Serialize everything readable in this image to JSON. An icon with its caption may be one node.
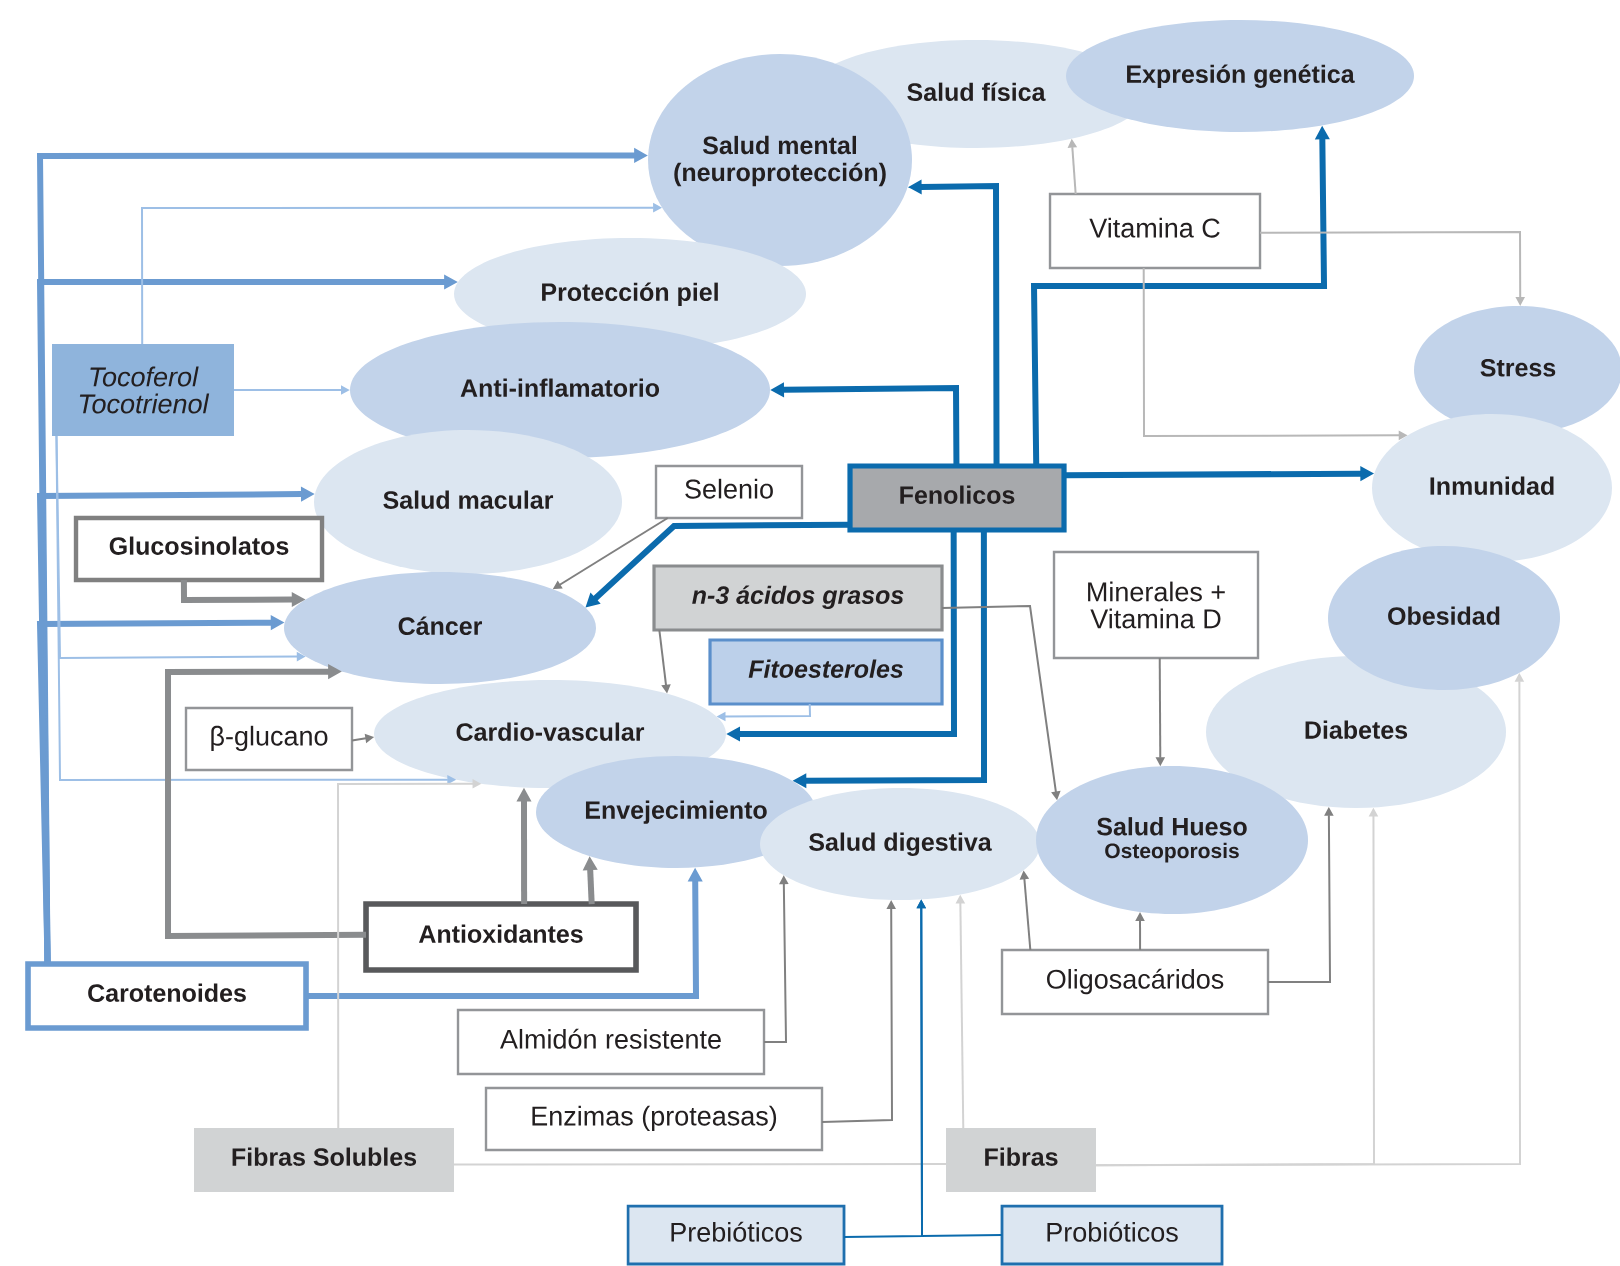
{
  "diagram": {
    "nodes": [
      {
        "text": [
          "Salud física"
        ]
      },
      {
        "text": [
          "Expresión genética"
        ]
      },
      {
        "text": [
          "Salud mental (neuroprotección)"
        ]
      },
      {
        "text": [
          "Protección piel"
        ]
      },
      {
        "text": [
          "Anti-inflamatorio"
        ]
      },
      {
        "text": [
          "Salud macular"
        ]
      },
      {
        "text": [
          "Cáncer"
        ]
      },
      {
        "text": [
          "Cardio-vascular"
        ]
      },
      {
        "text": [
          "Envejecimiento"
        ]
      },
      {
        "text": [
          "Salud digestiva"
        ]
      },
      {
        "text": [
          "Salud Hueso",
          "Osteoporosis"
        ]
      },
      {
        "text": [
          "Diabetes"
        ]
      },
      {
        "text": [
          "Obesidad"
        ]
      },
      {
        "text": [
          "Stress"
        ]
      },
      {
        "text": [
          "Inmunidad"
        ]
      },
      {
        "text": [
          "Vitamina C"
        ]
      },
      {
        "text": [
          "Fenolicos"
        ]
      },
      {
        "text": [
          "Selenio"
        ]
      },
      {
        "text": [
          "Tocoferol Tocotrienol"
        ]
      },
      {
        "text": [
          "Glucosinolatos"
        ]
      },
      {
        "text": [
          "n-3 ácidos grasos"
        ]
      },
      {
        "text": [
          "Fitoesteroles"
        ]
      },
      {
        "text": [
          "Minerales + Vitamina D"
        ]
      },
      {
        "text": [
          "β-glucano"
        ]
      },
      {
        "text": [
          "Antioxidantes"
        ]
      },
      {
        "text": [
          "Carotenoides"
        ]
      },
      {
        "text": [
          "Almidón resistente"
        ]
      },
      {
        "text": [
          "Enzimas (proteasas)"
        ]
      },
      {
        "text": [
          "Oligosacáridos"
        ]
      },
      {
        "text": [
          "Fibras Solubles"
        ]
      },
      {
        "text": [
          "Fibras"
        ]
      },
      {
        "text": [
          "Prebióticos"
        ]
      },
      {
        "text": [
          "Probióticos"
        ]
      }
    ],
    "edges": [
      {
        "from": 25,
        "to": 2,
        "arrow": "to",
        "style": "thick",
        "color": "#6b9bd1"
      },
      {
        "from": 25,
        "to": 3,
        "arrow": "to",
        "style": "thick",
        "color": "#6b9bd1"
      },
      {
        "from": 25,
        "to": 5,
        "arrow": "to",
        "style": "thick",
        "color": "#6b9bd1"
      },
      {
        "from": 25,
        "to": 6,
        "arrow": "to",
        "style": "thick",
        "color": "#6b9bd1"
      },
      {
        "from": 25,
        "to": 8,
        "arrow": "to",
        "style": "thick",
        "color": "#6b9bd1"
      },
      {
        "from": 18,
        "to": 2,
        "arrow": "to",
        "color": "#9dbfe6"
      },
      {
        "from": 18,
        "to": 4,
        "arrow": "to",
        "color": "#9dbfe6"
      },
      {
        "from": 18,
        "to": 6,
        "arrow": "to",
        "color": "#9dbfe6"
      },
      {
        "from": 18,
        "to": 7,
        "arrow": "to",
        "color": "#9dbfe6"
      },
      {
        "from": 19,
        "to": 6,
        "arrow": "to",
        "style": "thick",
        "color": "#8a8c8e"
      },
      {
        "from": 17,
        "to": 6,
        "arrow": "to"
      },
      {
        "from": 16,
        "to": 2,
        "arrow": "to",
        "style": "thick",
        "color": "#0b6bad"
      },
      {
        "from": 16,
        "to": 1,
        "arrow": "to",
        "style": "thick",
        "color": "#0b6bad"
      },
      {
        "from": 16,
        "to": 4,
        "arrow": "to",
        "style": "thick",
        "color": "#0b6bad"
      },
      {
        "from": 16,
        "to": 14,
        "arrow": "to",
        "style": "thick",
        "color": "#0b6bad"
      },
      {
        "from": 16,
        "to": 6,
        "arrow": "to",
        "style": "thick",
        "color": "#0b6bad"
      },
      {
        "from": 16,
        "to": 7,
        "arrow": "to",
        "style": "thick",
        "color": "#0b6bad"
      },
      {
        "from": 16,
        "to": 8,
        "arrow": "to",
        "style": "thick",
        "color": "#0b6bad"
      },
      {
        "from": 21,
        "to": 7,
        "arrow": "to",
        "color": "#9dbfe6"
      },
      {
        "from": 20,
        "to": 7,
        "arrow": "to"
      },
      {
        "from": 20,
        "to": 10,
        "arrow": "to"
      },
      {
        "from": 15,
        "to": 0,
        "arrow": "to",
        "color": "#b8b8b8"
      },
      {
        "from": 15,
        "to": 13,
        "arrow": "to",
        "color": "#b8b8b8"
      },
      {
        "from": 15,
        "to": 14,
        "arrow": "to",
        "color": "#b8b8b8"
      },
      {
        "from": 22,
        "to": 10,
        "arrow": "to"
      },
      {
        "from": 23,
        "to": 7,
        "arrow": "to"
      },
      {
        "from": 24,
        "to": 6,
        "arrow": "to",
        "style": "thick",
        "color": "#8a8c8e"
      },
      {
        "from": 24,
        "to": 7,
        "arrow": "to",
        "style": "thick",
        "color": "#8a8c8e"
      },
      {
        "from": 24,
        "to": 8,
        "arrow": "to",
        "style": "thick",
        "color": "#8a8c8e"
      },
      {
        "from": 29,
        "to": 7,
        "arrow": "to",
        "color": "#d3d3d3"
      },
      {
        "from": 29,
        "to": 30,
        "arrow": "none",
        "color": "#d3d3d3"
      },
      {
        "from": 30,
        "to": 9,
        "arrow": "to",
        "color": "#d3d3d3"
      },
      {
        "from": 30,
        "to": 11,
        "arrow": "to",
        "color": "#d3d3d3"
      },
      {
        "from": 30,
        "to": 12,
        "arrow": "to",
        "color": "#d3d3d3"
      },
      {
        "from": 26,
        "to": 9,
        "arrow": "to"
      },
      {
        "from": 27,
        "to": 9,
        "arrow": "to"
      },
      {
        "from": 31,
        "to": 9,
        "arrow": "to",
        "color": "#0b6bad"
      },
      {
        "from": 32,
        "to": 9,
        "arrow": "to",
        "color": "#0b6bad"
      },
      {
        "from": 28,
        "to": 9,
        "arrow": "to"
      },
      {
        "from": 28,
        "to": 10,
        "arrow": "to"
      },
      {
        "from": 28,
        "to": 11,
        "arrow": "to"
      }
    ]
  }
}
